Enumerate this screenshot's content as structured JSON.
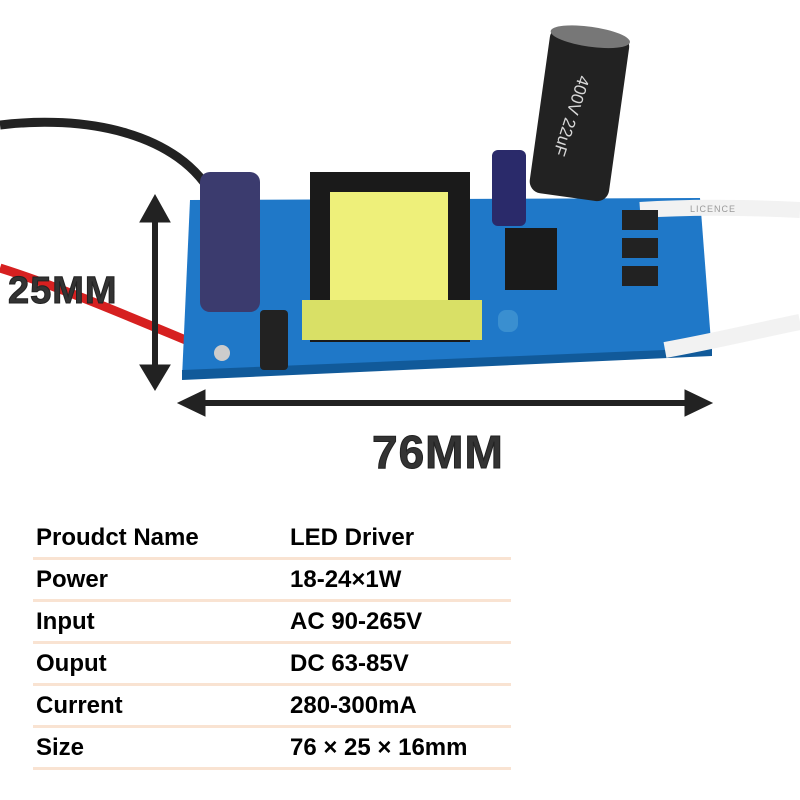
{
  "dimensions": {
    "height_label": "25MM",
    "width_label": "76MM"
  },
  "pcb_markings": {
    "capacitor_label": "400V 22uF",
    "wire_label": "LICENCE"
  },
  "specs": [
    {
      "label": "Proudct Name",
      "value": "LED Driver"
    },
    {
      "label": "Power",
      "value": "18-24×1W"
    },
    {
      "label": "Input",
      "value": "AC 90-265V"
    },
    {
      "label": "Ouput",
      "value": "DC 63-85V"
    },
    {
      "label": "Current",
      "value": "280-300mA"
    },
    {
      "label": "Size",
      "value": "76 × 25 × 16mm"
    }
  ],
  "colors": {
    "pcb": "#1f78c8",
    "transformer": "#eef07a",
    "separator": "#f9e3d2"
  }
}
